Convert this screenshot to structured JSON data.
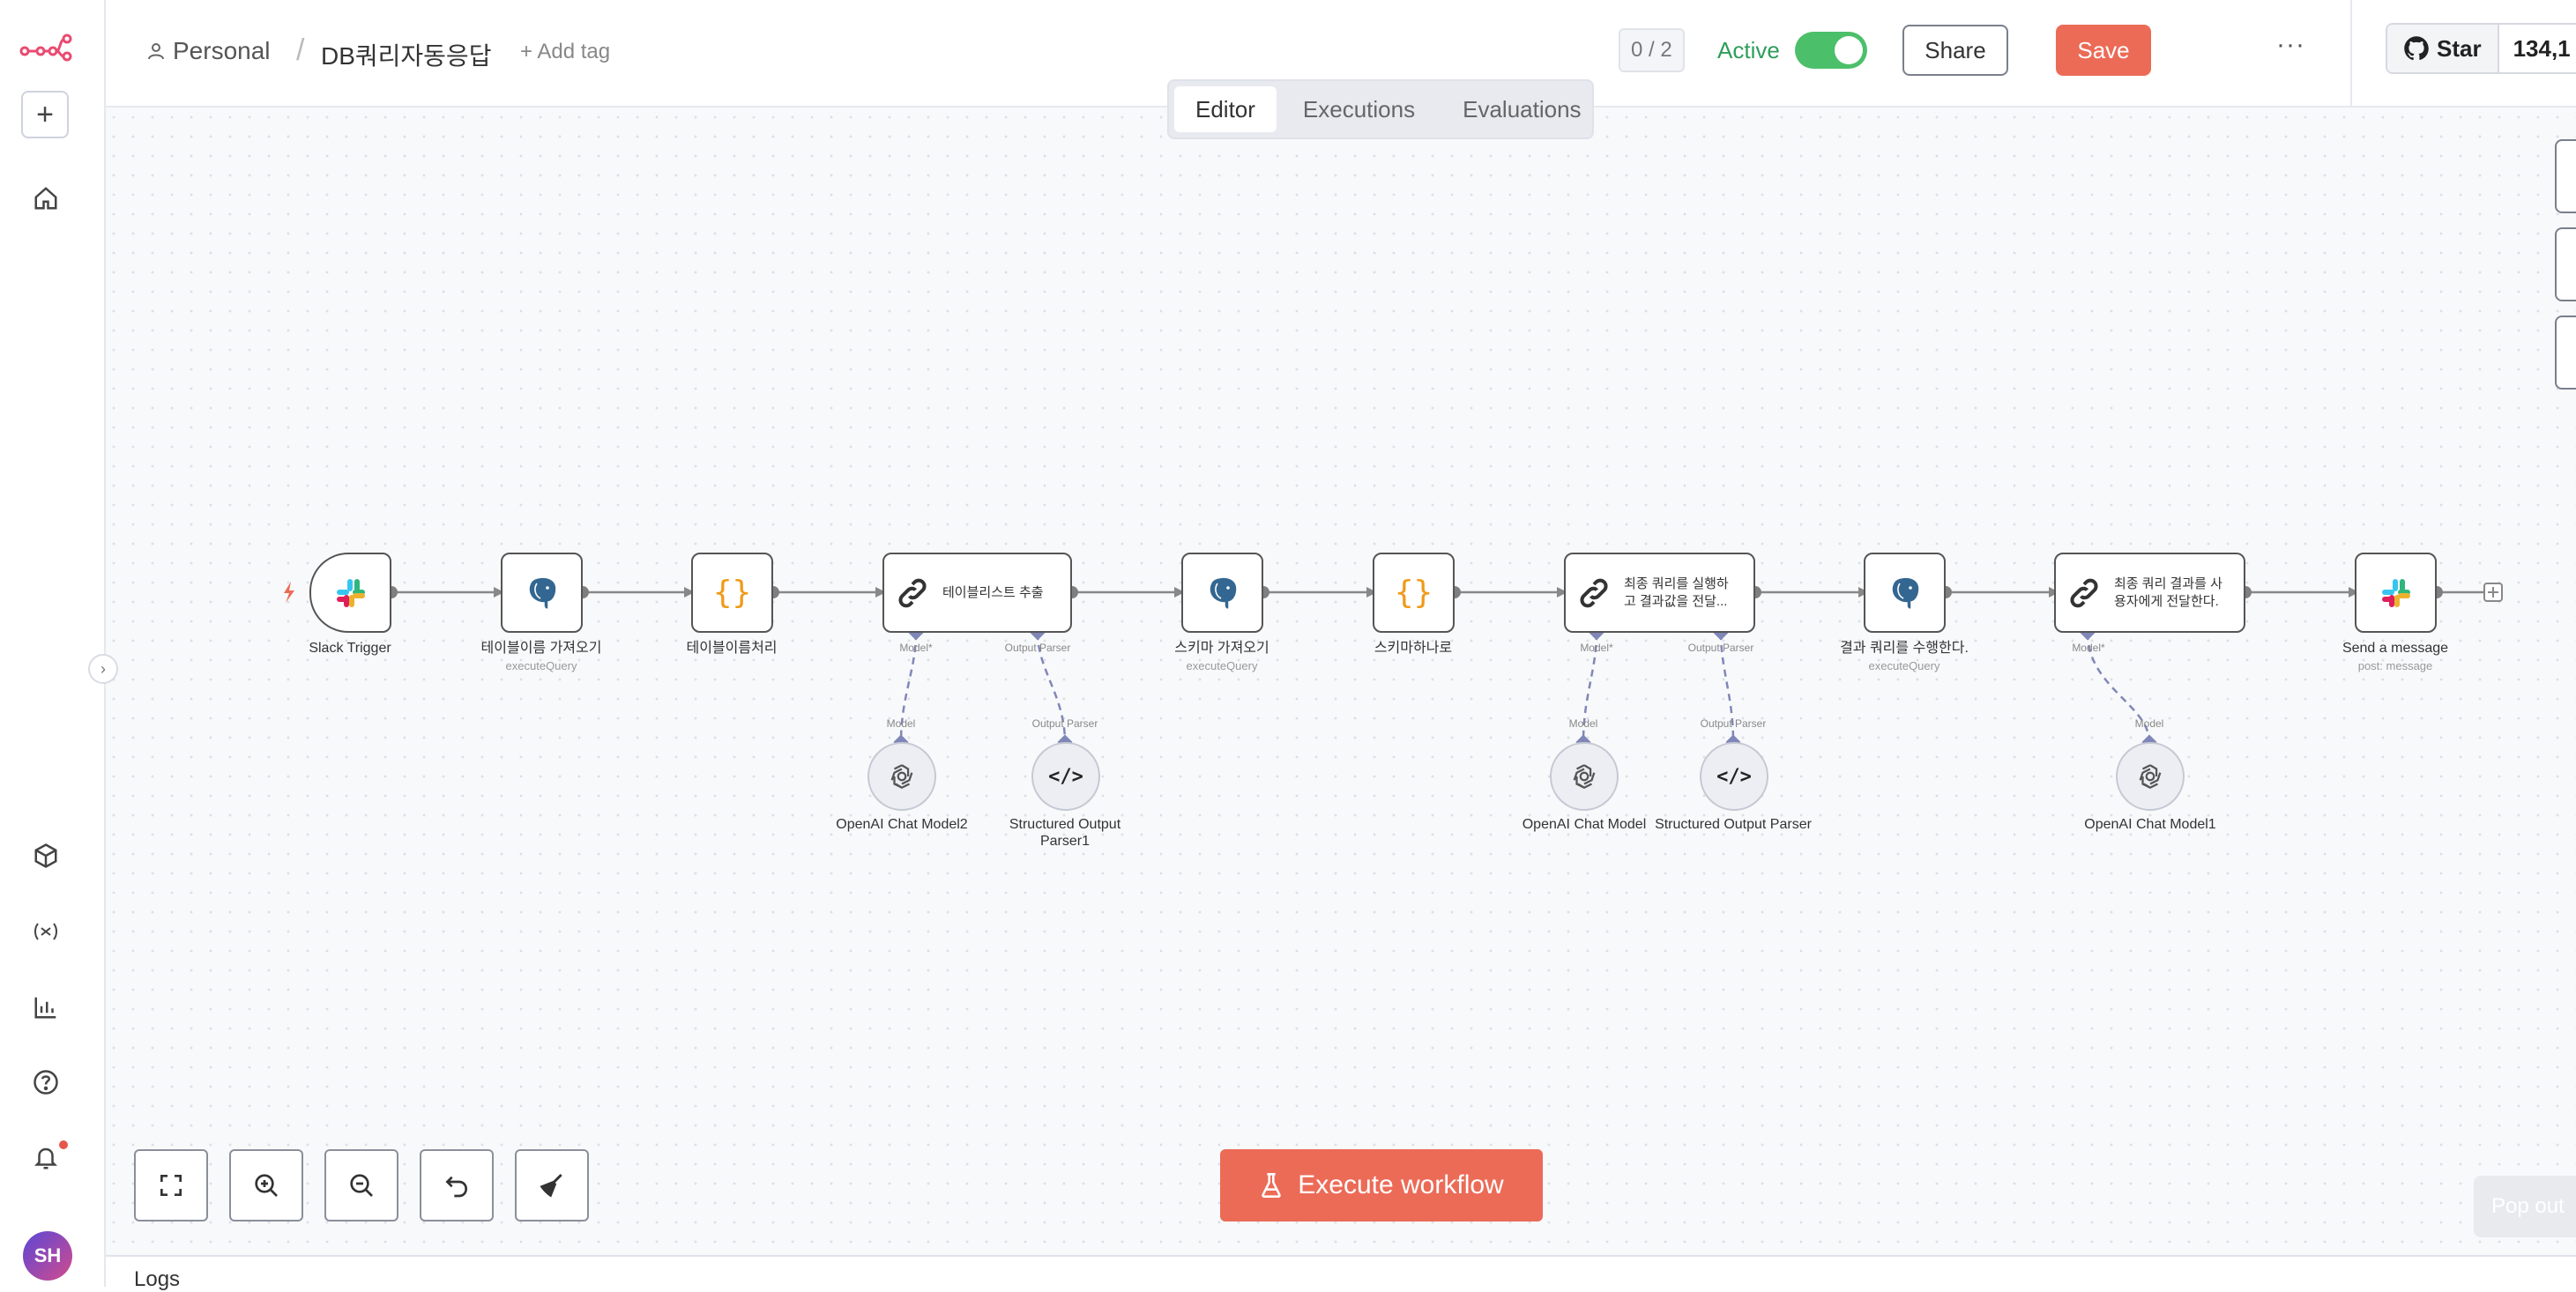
{
  "header": {
    "breadcrumb_owner": "Personal",
    "breadcrumb_separator": "/",
    "workflow_name": "DB쿼리자동응답",
    "add_tag": "+ Add tag",
    "counter": "0 / 2",
    "active_label": "Active",
    "active": true,
    "share_label": "Share",
    "save_label": "Save",
    "more_label": "···",
    "github_star": "Star",
    "github_count": "134,1"
  },
  "tabs": [
    {
      "label": "Editor",
      "active": true
    },
    {
      "label": "Executions",
      "active": false
    },
    {
      "label": "Evaluations",
      "active": false
    }
  ],
  "sidebar": {
    "avatar_initials": "SH",
    "collapse_icon": "›",
    "items": [
      "home-icon",
      "templates-icon",
      "variables-icon",
      "insights-icon",
      "help-icon",
      "notifications-icon"
    ]
  },
  "nodes": [
    {
      "id": "slack-trigger",
      "label": "Slack Trigger",
      "sub": ""
    },
    {
      "id": "get-tables",
      "label": "테이블이름 가져오기",
      "sub": "executeQuery"
    },
    {
      "id": "table-processing",
      "label": "테이블이름처리",
      "sub": ""
    },
    {
      "id": "extract-tables",
      "label": "",
      "text": "테이블리스트 추출"
    },
    {
      "id": "get-schema",
      "label": "스키마 가져오기",
      "sub": "executeQuery"
    },
    {
      "id": "schema-merge",
      "label": "스키마하나로",
      "sub": ""
    },
    {
      "id": "final-query",
      "label": "",
      "text": "최종 쿼리를 실행하고 결과값을 전달..."
    },
    {
      "id": "run-result",
      "label": "결과 쿼리를 수행한다.",
      "sub": "executeQuery"
    },
    {
      "id": "deliver-result",
      "label": "",
      "text": "최종 쿼리 결과를 사용자에게 전달한다."
    },
    {
      "id": "send-message",
      "label": "Send a message",
      "sub": "post: message"
    }
  ],
  "sub_nodes": [
    {
      "id": "openai2",
      "label": "OpenAI Chat Model2"
    },
    {
      "id": "parser1",
      "label": "Structured Output Parser1"
    },
    {
      "id": "openai",
      "label": "OpenAI Chat Model"
    },
    {
      "id": "parser",
      "label": "Structured Output Parser"
    },
    {
      "id": "openai1",
      "label": "OpenAI Chat Model1"
    }
  ],
  "ports": {
    "model_required": "Model*",
    "output_parser": "Output Parser",
    "model": "Model"
  },
  "footer": {
    "execute_label": "Execute workflow",
    "popout_label": "Pop out",
    "logs_label": "Logs"
  },
  "colors": {
    "accent": "#ec6b57",
    "active_green": "#4cbf6b",
    "ai_port": "#8087b8"
  }
}
